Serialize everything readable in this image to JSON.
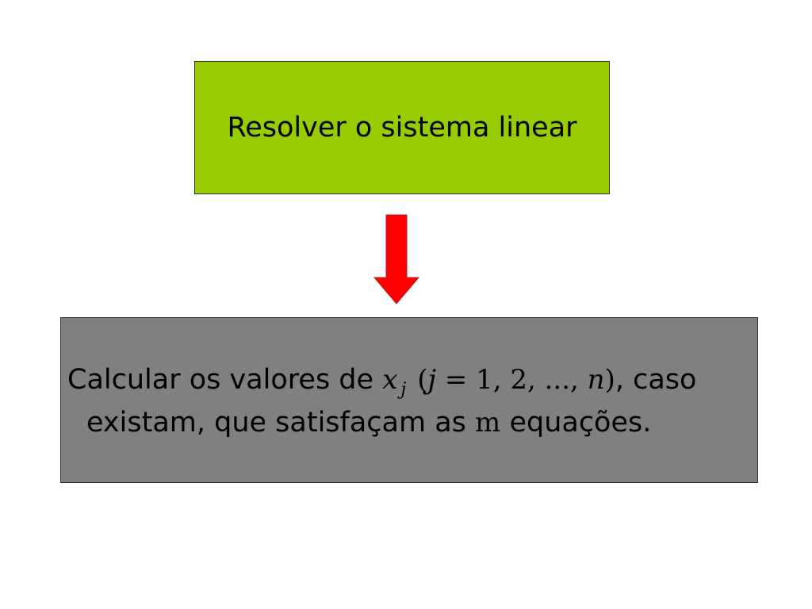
{
  "top_box": {
    "label": "Resolver o sistema linear"
  },
  "bottom_box": {
    "line1_prefix": "Calcular os valores de",
    "var_x": "x",
    "sub_j": "j",
    "paren_open": "(",
    "var_j": "j",
    "equals_list": " = 1, 2, ..., ",
    "var_n": "n",
    "paren_close": ")",
    "line1_suffix": ", caso",
    "line2_prefix": "existam, que satisfaçam as",
    "var_m": "m",
    "line2_suffix": "equações."
  },
  "colors": {
    "top_box_fill": "#99cc00",
    "bottom_box_fill": "#808080",
    "arrow_fill": "#ff0000"
  }
}
